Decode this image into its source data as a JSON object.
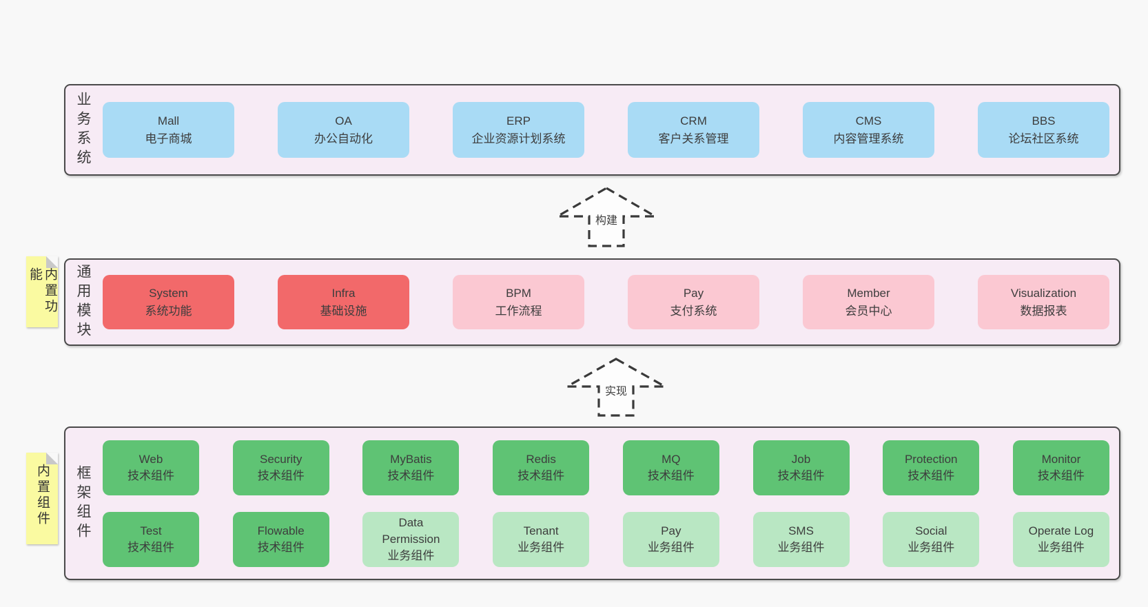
{
  "colors": {
    "page_background": "#f8f8f8",
    "layer_fill": "#f7ebf5",
    "layer_border": "#4a4a4a",
    "blue_box": "#a9dbf5",
    "red_box": "#f2696a",
    "pink_box": "#fbc8d2",
    "green_box": "#5fc374",
    "light_green_box": "#b9e7c3",
    "note_yellow": "#fafaa1",
    "note_fold": "#c8c8c8",
    "text": "#3d3d3d"
  },
  "arrows": {
    "build": "构建",
    "implement": "实现"
  },
  "layers": {
    "business": {
      "label": "业务系统",
      "boxes": [
        {
          "title": "Mall",
          "subtitle": "电子商城"
        },
        {
          "title": "OA",
          "subtitle": "办公自动化"
        },
        {
          "title": "ERP",
          "subtitle": "企业资源计划系统"
        },
        {
          "title": "CRM",
          "subtitle": "客户关系管理"
        },
        {
          "title": "CMS",
          "subtitle": "内容管理系统"
        },
        {
          "title": "BBS",
          "subtitle": "论坛社区系统"
        }
      ]
    },
    "modules": {
      "label": "通用模块",
      "note": "内置功能",
      "boxes": [
        {
          "title": "System",
          "subtitle": "系统功能"
        },
        {
          "title": "Infra",
          "subtitle": "基础设施"
        },
        {
          "title": "BPM",
          "subtitle": "工作流程"
        },
        {
          "title": "Pay",
          "subtitle": "支付系统"
        },
        {
          "title": "Member",
          "subtitle": "会员中心"
        },
        {
          "title": "Visualization",
          "subtitle": "数据报表"
        }
      ]
    },
    "components": {
      "label": "框架组件",
      "note": "内置组件",
      "row1": [
        {
          "title": "Web",
          "subtitle": "技术组件"
        },
        {
          "title": "Security",
          "subtitle": "技术组件"
        },
        {
          "title": "MyBatis",
          "subtitle": "技术组件"
        },
        {
          "title": "Redis",
          "subtitle": "技术组件"
        },
        {
          "title": "MQ",
          "subtitle": "技术组件"
        },
        {
          "title": "Job",
          "subtitle": "技术组件"
        },
        {
          "title": "Protection",
          "subtitle": "技术组件"
        },
        {
          "title": "Monitor",
          "subtitle": "技术组件"
        }
      ],
      "row2": [
        {
          "title": "Test",
          "subtitle": "技术组件"
        },
        {
          "title": "Flowable",
          "subtitle": "技术组件"
        },
        {
          "title": "Data Permission",
          "subtitle": "业务组件"
        },
        {
          "title": "Tenant",
          "subtitle": "业务组件"
        },
        {
          "title": "Pay",
          "subtitle": "业务组件"
        },
        {
          "title": "SMS",
          "subtitle": "业务组件"
        },
        {
          "title": "Social",
          "subtitle": "业务组件"
        },
        {
          "title": "Operate Log",
          "subtitle": "业务组件"
        }
      ]
    }
  }
}
